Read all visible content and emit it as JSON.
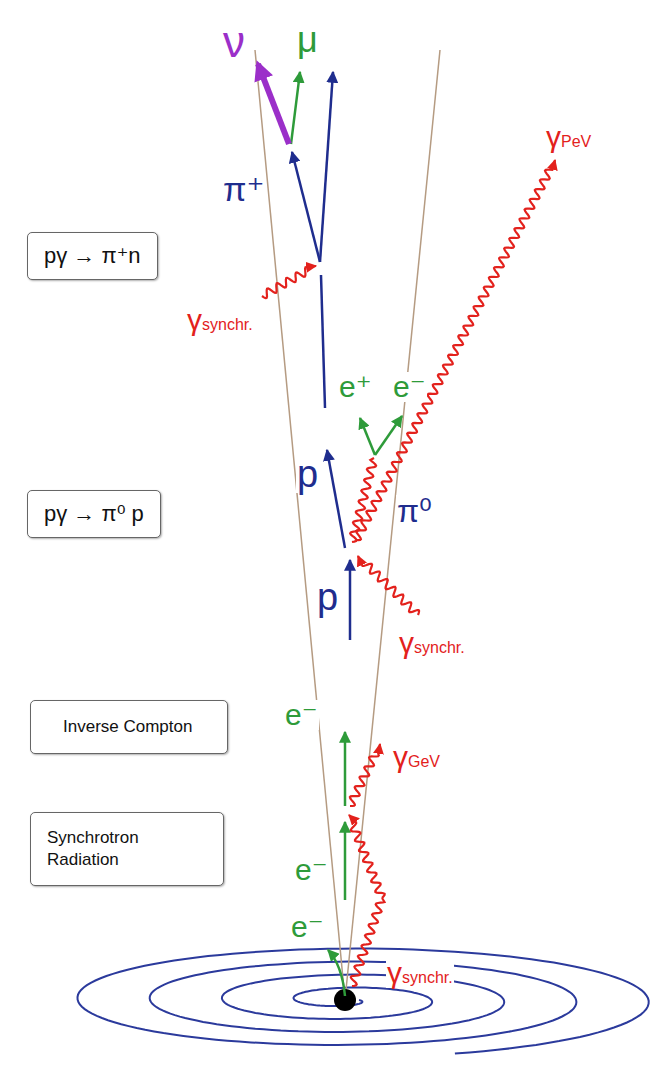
{
  "diagram": {
    "nodes": [
      {
        "text": [
          "pγ → π⁺n"
        ]
      },
      {
        "text": [
          "pγ → π⁰ p"
        ]
      },
      {
        "text": [
          "Inverse Compton"
        ]
      },
      {
        "text": [
          "Synchrotron Radiation"
        ]
      }
    ],
    "labels": [
      "ν",
      "μ",
      "π⁺",
      "γsynchr.",
      "e⁺",
      "e⁻",
      "γPeV",
      "p",
      "π⁰",
      "p",
      "γsynchr.",
      "e⁻",
      "γGeV",
      "e⁻",
      "e⁻",
      "γsynchr."
    ]
  }
}
